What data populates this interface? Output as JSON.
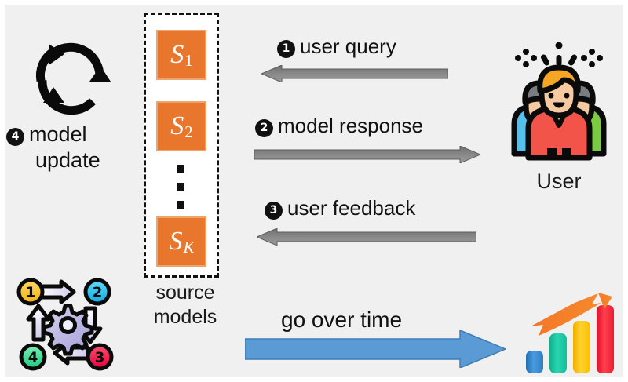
{
  "figure": {
    "background_color": "#f0f0f0",
    "page_color": "#ffffff"
  },
  "source_models": {
    "box_label": "source models",
    "caption_line1": "source",
    "caption_line2": "models",
    "square_color": "#e8762c",
    "square_border_color": "#f0a36a",
    "items": [
      {
        "name": "model-s1",
        "symbol": "S",
        "subscript": "1"
      },
      {
        "name": "model-s2",
        "symbol": "S",
        "subscript": "2"
      },
      {
        "name": "model-sk",
        "symbol": "S",
        "subscript": "K"
      }
    ],
    "ellipsis": "vertical-dots"
  },
  "model_update": {
    "step_number": "4",
    "label_line1": "model",
    "label_line2": "update",
    "icon": "circular-refresh-icon"
  },
  "messages": [
    {
      "name": "user-query",
      "step_number": "1",
      "label": "user query",
      "direction": "left",
      "arrow_color": "#808080"
    },
    {
      "name": "model-response",
      "step_number": "2",
      "label": "model response",
      "direction": "right",
      "arrow_color": "#808080"
    },
    {
      "name": "user-feedback",
      "step_number": "3",
      "label": "user feedback",
      "direction": "left",
      "arrow_color": "#808080"
    }
  ],
  "timeline": {
    "label": "go over time",
    "direction": "right",
    "arrow_color": "#5b9bd5"
  },
  "user": {
    "caption": "User",
    "icon": "group-of-people-icon",
    "people": [
      {
        "position": "left",
        "hair_color": "#7a7d80",
        "shirt_color": "#54c0eb"
      },
      {
        "position": "center",
        "hair_color": "#f5a623",
        "shirt_color": "#f2544a"
      },
      {
        "position": "right",
        "hair_color": "#7a7d80",
        "shirt_color": "#7cc942"
      }
    ],
    "sparkles": "sparkle-dots"
  },
  "growth_chart": {
    "icon": "bar-chart-growth-icon",
    "arrow_color": "#f4762a",
    "bars": [
      {
        "color": "#3d8ed8",
        "height_pct": 28
      },
      {
        "color": "#17c3a2",
        "height_pct": 55
      },
      {
        "color": "#fcc200",
        "height_pct": 76
      },
      {
        "color": "#f42534",
        "height_pct": 100
      }
    ]
  },
  "process_loop": {
    "icon": "numbered-cycle-gear-icon",
    "gear_color": "#b3aee0",
    "nodes": [
      {
        "number": "1",
        "color": "#fcc63f"
      },
      {
        "number": "2",
        "color": "#2ec4ea"
      },
      {
        "number": "3",
        "color": "#f2264b"
      },
      {
        "number": "4",
        "color": "#4bd99a"
      }
    ]
  }
}
